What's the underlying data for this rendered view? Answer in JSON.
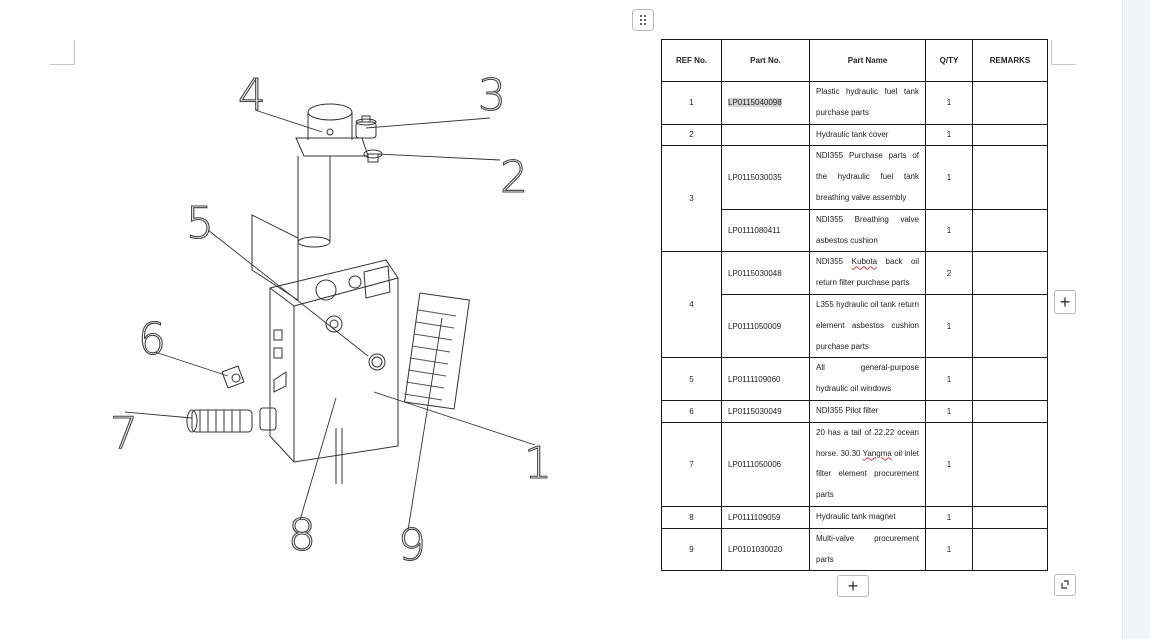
{
  "table": {
    "headers": [
      "REF No.",
      "Part No.",
      "Part Name",
      "Q/TY",
      "REMARKS"
    ],
    "rows": [
      {
        "ref": "1",
        "part_no": "LP0115040098",
        "name": "Plastic hydraulic fuel tank purchase parts",
        "qty": "1",
        "remarks": ""
      },
      {
        "ref": "2",
        "part_no": "",
        "name": "Hydraulic tank cover",
        "qty": "1",
        "remarks": ""
      },
      {
        "ref": "3",
        "part_no": "LP0115030035",
        "name": "NDI355 Purchase parts of the hydraulic fuel tank breathing valve assembly",
        "qty": "1",
        "remarks": ""
      },
      {
        "ref": "",
        "part_no": "LP0111080411",
        "name": "NDI355 Breathing valve asbestos cushion",
        "qty": "1",
        "remarks": ""
      },
      {
        "ref": "4",
        "part_no": "LP0115030048",
        "name_a": "NDI355 ",
        "name_b": "Kubota",
        "name_c": " back oil return filter purchase parts",
        "qty": "2",
        "remarks": ""
      },
      {
        "ref": "",
        "part_no": "LP0111050009",
        "name": "L355 hydraulic oil tank return element asbestos cushion purchase parts",
        "qty": "1",
        "remarks": ""
      },
      {
        "ref": "5",
        "part_no": "LP0111109060",
        "name": "All general-purpose hydraulic oil windows",
        "qty": "1",
        "remarks": ""
      },
      {
        "ref": "6",
        "part_no": "LP0115030049",
        "name": "NDI355 Pilot filter",
        "qty": "1",
        "remarks": ""
      },
      {
        "ref": "7",
        "part_no": "LP0111050006",
        "name_a": "20 has a tail of 22.22 ocean horse. 30.30 ",
        "name_b": "Yangma",
        "name_c": " oil inlet filter element procurement parts",
        "qty": "1",
        "remarks": ""
      },
      {
        "ref": "8",
        "part_no": "LP0111109059",
        "name": "Hydraulic tank magnet",
        "qty": "1",
        "remarks": ""
      },
      {
        "ref": "9",
        "part_no": "LP0101030020",
        "name": "Multi-valve procurement parts",
        "qty": "1",
        "remarks": ""
      }
    ]
  },
  "drawing": {
    "callouts": [
      "1",
      "2",
      "3",
      "4",
      "5",
      "6",
      "7",
      "8",
      "9"
    ]
  },
  "icons": {
    "handle": "drag-handle-icon",
    "add_column": "plus-icon",
    "add_row": "plus-icon",
    "resize": "resize-icon"
  }
}
